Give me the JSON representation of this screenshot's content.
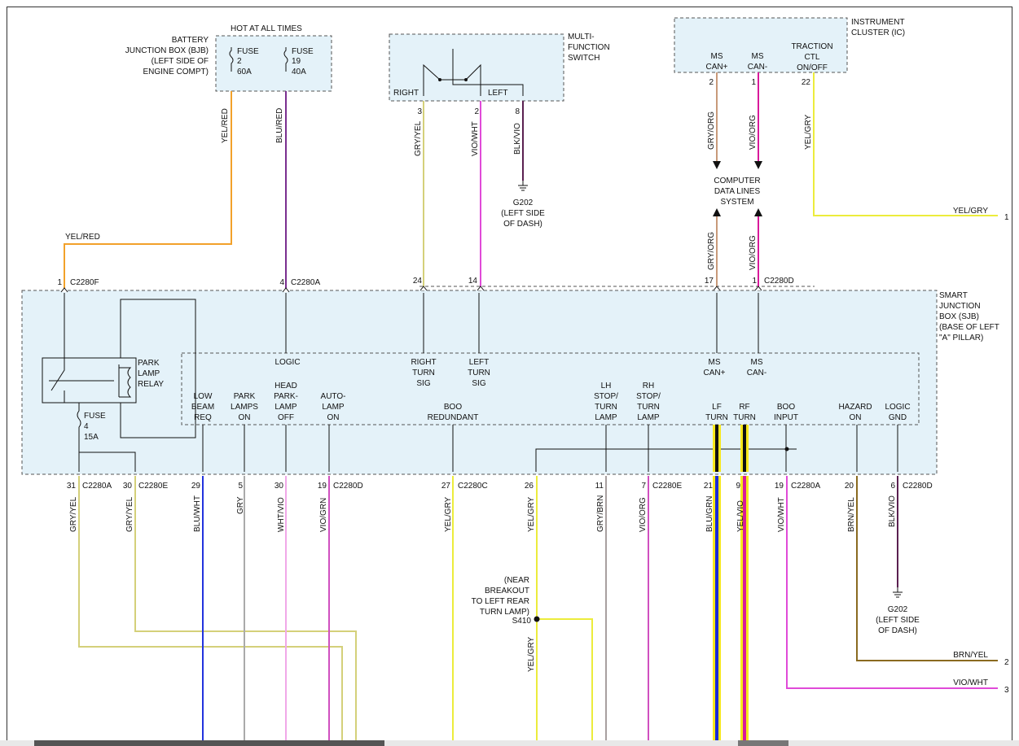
{
  "colors": {
    "yel_red": "#f2a12a",
    "blu_red": "#7a2f8f",
    "gry_yel": "#d4d07a",
    "vio_wht": "#e04ad8",
    "blk_vio": "#5a2050",
    "gry_org": "#c89a7a",
    "vio_org": "#d8199b",
    "yel_gry": "#ecec3c",
    "blu_wht": "#2233dd",
    "gry": "#aaaaaa",
    "wht_vio": "#f0a8e8",
    "vio_grn": "#d050c0",
    "gry_brn": "#a8a0a0",
    "blu_grn": "#1a2bd8",
    "yel_vio": "#f7e81c",
    "brn_yel": "#8a6a20",
    "box_fill": "#e4f2f9"
  },
  "bjb": {
    "hot_label": "HOT AT ALL TIMES",
    "name": [
      "BATTERY",
      "JUNCTION BOX (BJB)",
      "(LEFT SIDE OF",
      "ENGINE COMPT)"
    ],
    "fuse_a": [
      "FUSE",
      "2",
      "60A"
    ],
    "fuse_b": [
      "FUSE",
      "19",
      "40A"
    ]
  },
  "mfs": {
    "name": [
      "MULTI-",
      "FUNCTION",
      "SWITCH"
    ],
    "right_label": "RIGHT",
    "left_label": "LEFT",
    "pins": [
      "3",
      "2",
      "8"
    ]
  },
  "ic": {
    "name": [
      "INSTRUMENT",
      "CLUSTER (IC)"
    ],
    "can_plus": [
      "MS",
      "CAN+"
    ],
    "can_minus": [
      "MS",
      "CAN-"
    ],
    "traction": [
      "TRACTION",
      "CTL",
      "ON/OFF"
    ],
    "pins": [
      "2",
      "1",
      "22"
    ]
  },
  "g202_top": [
    "G202",
    "(LEFT SIDE",
    "OF DASH)"
  ],
  "g202_bottom": [
    "G202",
    "(LEFT SIDE",
    "OF DASH)"
  ],
  "cdls": [
    "COMPUTER",
    "DATA LINES",
    "SYSTEM"
  ],
  "sjb": {
    "name": [
      "SMART",
      "JUNCTION",
      "BOX (SJB)",
      "(BASE OF LEFT",
      "\"A\" PILLAR)"
    ],
    "relay": [
      "PARK",
      "LAMP",
      "RELAY"
    ],
    "fuse": [
      "FUSE",
      "4",
      "15A"
    ],
    "logic": "LOGIC",
    "right_turn": [
      "RIGHT",
      "TURN",
      "SIG"
    ],
    "left_turn": [
      "LEFT",
      "TURN",
      "SIG"
    ],
    "ms_can_plus": [
      "MS",
      "CAN+"
    ],
    "ms_can_minus": [
      "MS",
      "CAN-"
    ],
    "low_beam": [
      "LOW",
      "BEAM",
      "REQ"
    ],
    "park_lamps": [
      "PARK",
      "LAMPS",
      "ON"
    ],
    "head_park": [
      "HEAD",
      "PARK-",
      "LAMP",
      "OFF"
    ],
    "auto_lamp": [
      "AUTO-",
      "LAMP",
      "ON"
    ],
    "boo_redundant": [
      "BOO",
      "REDUNDANT"
    ],
    "lh_stop": [
      "LH",
      "STOP/",
      "TURN",
      "LAMP"
    ],
    "rh_stop": [
      "RH",
      "STOP/",
      "TURN",
      "LAMP"
    ],
    "lf_turn": [
      "LF",
      "TURN"
    ],
    "rf_turn": [
      "RF",
      "TURN"
    ],
    "boo_input": [
      "BOO",
      "INPUT"
    ],
    "hazard_on": [
      "HAZARD",
      "ON"
    ],
    "logic_gnd": [
      "LOGIC",
      "GND"
    ]
  },
  "top_connectors": [
    {
      "pin": "1",
      "conn": "C2280F"
    },
    {
      "pin": "4",
      "conn": "C2280A"
    },
    {
      "pin": "24",
      "conn": ""
    },
    {
      "pin": "14",
      "conn": ""
    },
    {
      "pin": "17",
      "conn": ""
    },
    {
      "pin": "1",
      "conn": "C2280D"
    }
  ],
  "bottom_connectors": [
    {
      "pin": "31",
      "conn": "C2280A"
    },
    {
      "pin": "30",
      "conn": "C2280E"
    },
    {
      "pin": "29",
      "conn": ""
    },
    {
      "pin": "5",
      "conn": ""
    },
    {
      "pin": "30",
      "conn": ""
    },
    {
      "pin": "19",
      "conn": "C2280D"
    },
    {
      "pin": "27",
      "conn": "C2280C"
    },
    {
      "pin": "26",
      "conn": ""
    },
    {
      "pin": "11",
      "conn": ""
    },
    {
      "pin": "7",
      "conn": "C2280E"
    },
    {
      "pin": "21",
      "conn": ""
    },
    {
      "pin": "9",
      "conn": ""
    },
    {
      "pin": "19",
      "conn": "C2280A"
    },
    {
      "pin": "20",
      "conn": ""
    },
    {
      "pin": "6",
      "conn": "C2280D"
    }
  ],
  "wire_labels": {
    "yel_red": "YEL/RED",
    "blu_red": "BLU/RED",
    "gry_yel": "GRY/YEL",
    "vio_wht": "VIO/WHT",
    "blk_vio": "BLK/VIO",
    "gry_org": "GRY/ORG",
    "vio_org": "VIO/ORG",
    "yel_gry": "YEL/GRY",
    "blu_wht": "BLU/WHT",
    "gry": "GRY",
    "wht_vio": "WHT/VIO",
    "vio_grn": "VIO/GRN",
    "gry_brn": "GRY/BRN",
    "blu_grn": "BLU/GRN",
    "yel_vio": "YEL/VIO",
    "brn_yel": "BRN/YEL"
  },
  "splice": {
    "label": [
      "(NEAR",
      "BREAKOUT",
      "TO LEFT REAR",
      "TURN LAMP)"
    ],
    "name": "S410"
  },
  "offpage": {
    "yel_gry": {
      "label": "YEL/GRY",
      "ref": "1"
    },
    "brn_yel": {
      "label": "BRN/YEL",
      "ref": "2"
    },
    "vio_wht": {
      "label": "VIO/WHT",
      "ref": "3"
    }
  }
}
